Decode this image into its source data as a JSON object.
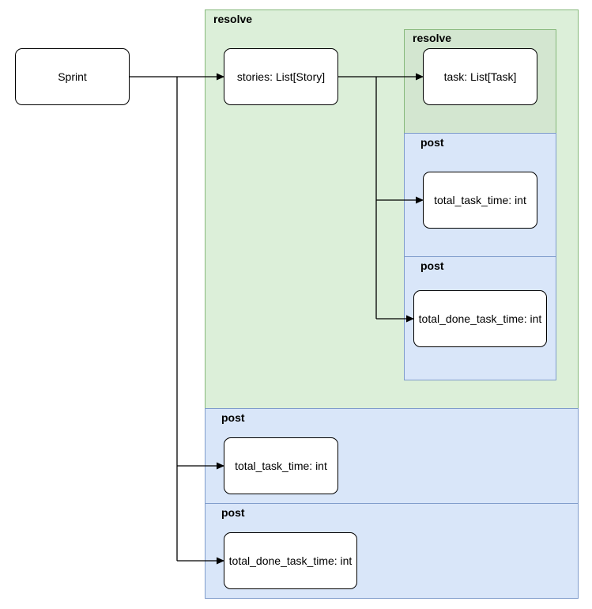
{
  "colors": {
    "resolve_fill": "#dcefd9",
    "resolve_inner_fill": "#d3e6d0",
    "resolve_border": "#86b87a",
    "post_fill": "#d9e6f9",
    "post_border": "#7f9ccb",
    "node_fill": "#ffffff",
    "line": "#000000"
  },
  "panels": {
    "outer_resolve": "resolve",
    "inner_resolve": "resolve",
    "inner_post_1": "post",
    "inner_post_2": "post",
    "outer_post_1": "post",
    "outer_post_2": "post"
  },
  "nodes": {
    "sprint": "Sprint",
    "stories": "stories: List[Story]",
    "task": "task: List[Task]",
    "story_total_task_time": "total_task_time: int",
    "story_total_done_task_time": "total_done_task_time: int",
    "sprint_total_task_time": "total_task_time: int",
    "sprint_total_done_task_time": "total_done_task_time: int"
  },
  "edges": [
    {
      "from": "sprint",
      "to": "stories"
    },
    {
      "from": "sprint",
      "to": "sprint_total_task_time"
    },
    {
      "from": "sprint",
      "to": "sprint_total_done_task_time"
    },
    {
      "from": "stories",
      "to": "task"
    },
    {
      "from": "stories",
      "to": "story_total_task_time"
    },
    {
      "from": "stories",
      "to": "story_total_done_task_time"
    }
  ]
}
